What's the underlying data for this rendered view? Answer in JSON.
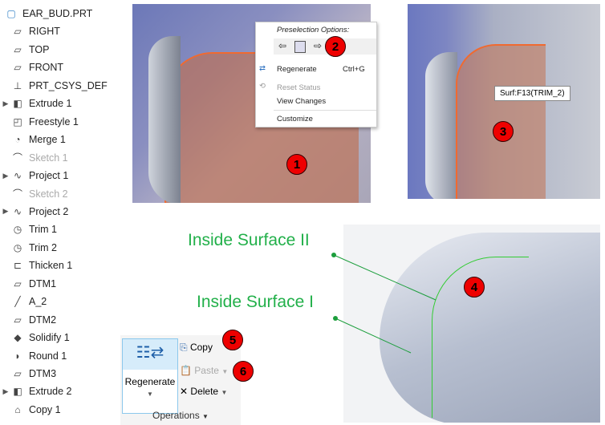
{
  "tree": [
    {
      "label": "EAR_BUD.PRT",
      "icon": "part-icon",
      "expand": false,
      "dim": false
    },
    {
      "label": "RIGHT",
      "icon": "datum-plane-icon",
      "expand": false,
      "dim": false
    },
    {
      "label": "TOP",
      "icon": "datum-plane-icon",
      "expand": false,
      "dim": false
    },
    {
      "label": "FRONT",
      "icon": "datum-plane-icon",
      "expand": false,
      "dim": false
    },
    {
      "label": "PRT_CSYS_DEF",
      "icon": "csys-icon",
      "expand": false,
      "dim": false
    },
    {
      "label": "Extrude 1",
      "icon": "extrude-icon",
      "expand": true,
      "dim": false
    },
    {
      "label": "Freestyle 1",
      "icon": "freestyle-icon",
      "expand": false,
      "dim": false
    },
    {
      "label": "Merge 1",
      "icon": "merge-icon",
      "expand": false,
      "dim": false
    },
    {
      "label": "Sketch 1",
      "icon": "sketch-icon",
      "expand": false,
      "dim": true
    },
    {
      "label": "Project 1",
      "icon": "project-icon",
      "expand": true,
      "dim": false
    },
    {
      "label": "Sketch 2",
      "icon": "sketch-icon",
      "expand": false,
      "dim": true
    },
    {
      "label": "Project 2",
      "icon": "project-icon",
      "expand": true,
      "dim": false
    },
    {
      "label": "Trim 1",
      "icon": "trim-icon",
      "expand": false,
      "dim": false
    },
    {
      "label": "Trim 2",
      "icon": "trim-icon",
      "expand": false,
      "dim": false
    },
    {
      "label": "Thicken 1",
      "icon": "thicken-icon",
      "expand": false,
      "dim": false
    },
    {
      "label": "DTM1",
      "icon": "datum-plane-icon",
      "expand": false,
      "dim": false
    },
    {
      "label": "A_2",
      "icon": "axis-icon",
      "expand": false,
      "dim": false
    },
    {
      "label": "DTM2",
      "icon": "datum-plane-icon",
      "expand": false,
      "dim": false
    },
    {
      "label": "Solidify 1",
      "icon": "solidify-icon",
      "expand": false,
      "dim": false
    },
    {
      "label": "Round 1",
      "icon": "round-icon",
      "expand": false,
      "dim": false
    },
    {
      "label": "DTM3",
      "icon": "datum-plane-icon",
      "expand": false,
      "dim": false
    },
    {
      "label": "Extrude 2",
      "icon": "extrude-icon",
      "expand": true,
      "dim": false
    },
    {
      "label": "Copy 1",
      "icon": "copy-feature-icon",
      "expand": false,
      "dim": false
    }
  ],
  "menu": {
    "title": "Preselection Options:",
    "regenerate": "Regenerate",
    "shortcut": "Ctrl+G",
    "reset": "Reset Status",
    "view_changes": "View Changes",
    "customize": "Customize"
  },
  "tooltip": "Surf:F13(TRIM_2)",
  "labels": {
    "surface2": "Inside Surface II",
    "surface1": "Inside Surface I"
  },
  "ribbon": {
    "regenerate": "Regenerate",
    "copy": "Copy",
    "paste": "Paste",
    "delete": "Delete",
    "group": "Operations"
  },
  "badges": [
    "1",
    "2",
    "3",
    "4",
    "5",
    "6"
  ]
}
